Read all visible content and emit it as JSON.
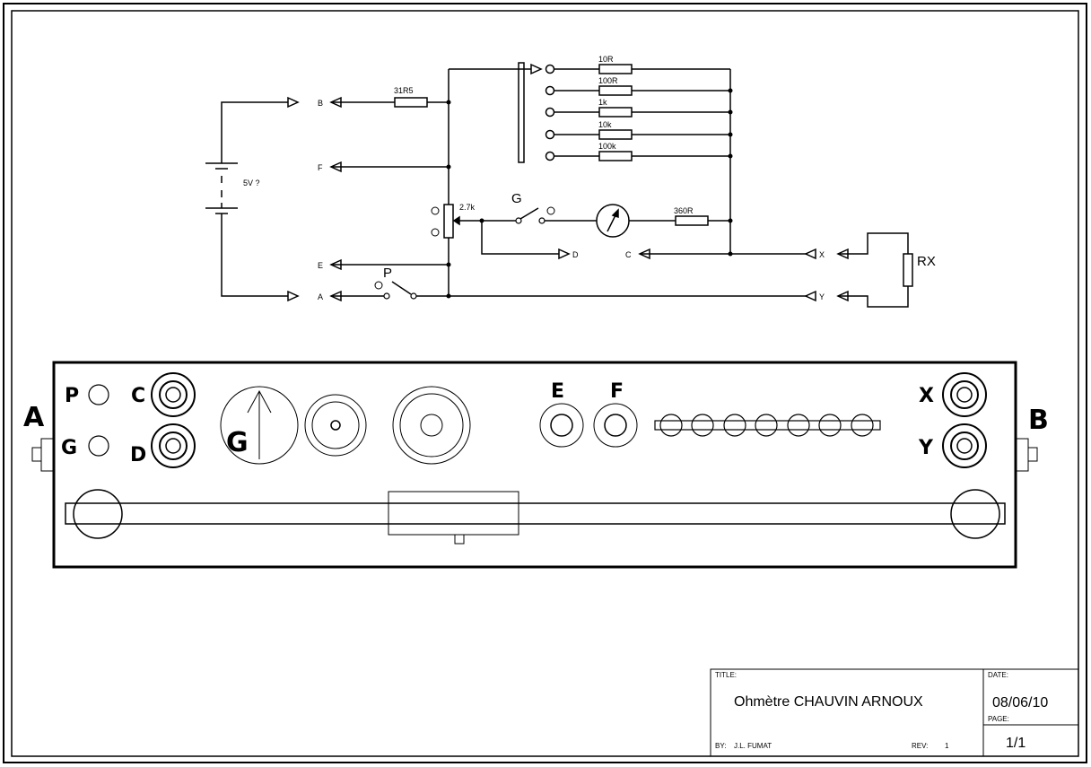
{
  "schematic": {
    "battery_label": "5V ?",
    "pins_left": {
      "b": "B",
      "f": "F",
      "e": "E",
      "a": "A"
    },
    "res_31r5": "31R5",
    "pot_label": "2.7k",
    "switch_g": "G",
    "switch_p": "P",
    "pin_d": "D",
    "pin_c": "C",
    "pin_x": "X",
    "pin_y": "Y",
    "res_360r": "360R",
    "rx_label": "RX",
    "range_resistors": [
      "10R",
      "100R",
      "1k",
      "10k",
      "100k"
    ]
  },
  "panel": {
    "side_left": "A",
    "side_right": "B",
    "lbl_p": "P",
    "lbl_g": "G",
    "lbl_c": "C",
    "lbl_d": "D",
    "meter_letter": "G",
    "lbl_e": "E",
    "lbl_f": "F",
    "lbl_x": "X",
    "lbl_y": "Y"
  },
  "title_block": {
    "title_label": "TITLE:",
    "title": "Ohmètre CHAUVIN ARNOUX",
    "date_label": "DATE:",
    "date": "08/06/10",
    "page_label": "PAGE:",
    "page": "1/1",
    "by_label": "BY:",
    "by": "J.L. FUMAT",
    "rev_label": "REV:",
    "rev": "1"
  }
}
